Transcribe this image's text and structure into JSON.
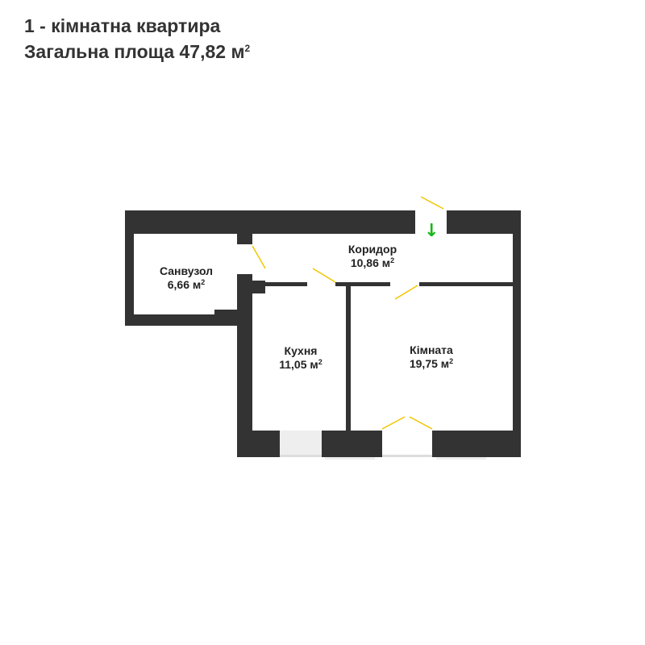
{
  "header": {
    "title": "1 - кімнатна квартира",
    "total_area_prefix": "Загальна площа 47,82 м",
    "total_area_sup": "2"
  },
  "rooms": [
    {
      "id": "bathroom",
      "name": "Санвузол",
      "area": "6,66 м",
      "sup": "2"
    },
    {
      "id": "corridor",
      "name": "Коридор",
      "area": "10,86 м",
      "sup": "2"
    },
    {
      "id": "kitchen",
      "name": "Кухня",
      "area": "11,05 м",
      "sup": "2"
    },
    {
      "id": "room",
      "name": "Кімната",
      "area": "19,75 м",
      "sup": "2"
    }
  ],
  "colors": {
    "wall": "#333333",
    "door_swing": "#f2c500",
    "entry_arrow": "#16b816",
    "window": "#eeeeee"
  },
  "entry": {
    "icon": "arrow-down-icon",
    "glyph": "↓"
  }
}
